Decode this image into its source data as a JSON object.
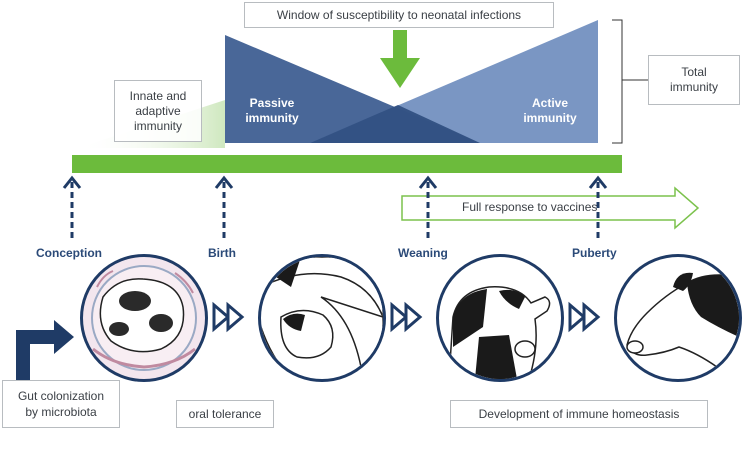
{
  "top_box": {
    "text": "Window of susceptibility to neonatal infections"
  },
  "innate_box": {
    "line1": "Innate and",
    "line2": "adaptive",
    "line3": "immunity"
  },
  "passive": {
    "line1": "Passive",
    "line2": "immunity"
  },
  "active": {
    "line1": "Active",
    "line2": "immunity"
  },
  "total_box": {
    "line1": "Total",
    "line2": "immunity"
  },
  "vaccines_box": {
    "text": "Full response to vaccines"
  },
  "stages": {
    "conception": "Conception",
    "birth": "Birth",
    "weaning": "Weaning",
    "puberty": "Puberty"
  },
  "gut_box": {
    "line1": "Gut colonization",
    "line2": "by microbiota"
  },
  "oral_box": {
    "text": "oral tolerance"
  },
  "homeostasis_box": {
    "text": "Development of immune homeostasis"
  },
  "colors": {
    "green": "#6cbb3c",
    "navy": "#1f3b66",
    "passive_blue": "#3f5f92",
    "active_blue": "#5d7eb0",
    "light_green": "#cfe8bf"
  },
  "icons": [
    "down-arrow-icon",
    "up-arrow-icon",
    "chevron-double-right-icon",
    "corner-arrow-icon"
  ]
}
